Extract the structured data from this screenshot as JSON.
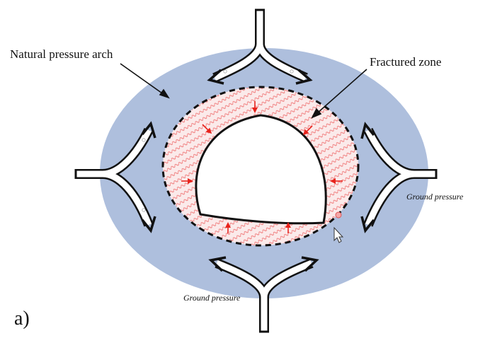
{
  "labels": {
    "natural_pressure_arch": "Natural pressure arch",
    "fractured_zone": "Fractured zone",
    "ground_pressure_right": "Ground pressure",
    "ground_pressure_bottom": "Ground pressure",
    "panel": "a)"
  },
  "colors": {
    "pressure_arch": "#aebfdd",
    "fractured_zone_fill": "#fbeaea",
    "hatch": "#f08080",
    "inward_arrow": "#e8231c",
    "outline": "#111111",
    "pressure_arrow_fill": "#ffffff"
  }
}
